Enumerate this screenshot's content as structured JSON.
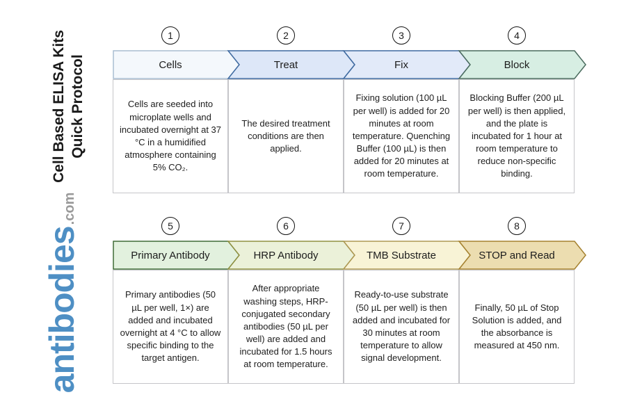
{
  "sidebar": {
    "title_line1": "Cell Based ELISA Kits",
    "title_line2": "Quick Protocol",
    "logo_text": "antibodies",
    "logo_suffix": ".com",
    "logo_color": "#4e8fc4",
    "logo_suffix_color": "#9a9a9a"
  },
  "steps": [
    {
      "number": "1",
      "label": "Cells",
      "description": "Cells are seeded into microplate wells and incubated overnight at 37 °C in a humidified atmosphere containing 5% CO₂.",
      "colors": {
        "fill": "#f4f8fc",
        "border": "#a9bdd1"
      }
    },
    {
      "number": "2",
      "label": "Treat",
      "description": "The desired treatment conditions are then applied.",
      "colors": {
        "fill": "#dde7f8",
        "border": "#3f6aa0"
      }
    },
    {
      "number": "3",
      "label": "Fix",
      "description": "Fixing solution (100 µL per well) is added for 20 minutes at room temperature. Quenching Buffer (100 µL) is then added for 20 minutes at room temperature.",
      "colors": {
        "fill": "#e2eaf9",
        "border": "#3f6aa0"
      }
    },
    {
      "number": "4",
      "label": "Block",
      "description": "Blocking Buffer (200 µL per well) is then applied, and the plate is incubated for 1 hour at room temperature to reduce non-specific binding.",
      "colors": {
        "fill": "#d7eee3",
        "border": "#4a6b5e"
      }
    },
    {
      "number": "5",
      "label": "Primary Antibody",
      "description": "Primary antibodies (50 µL per well, 1×) are added and incubated overnight at 4 °C to allow specific binding to the target antigen.",
      "colors": {
        "fill": "#e2f1de",
        "border": "#3f6b36"
      }
    },
    {
      "number": "6",
      "label": "HRP Antibody",
      "description": "After appropriate washing steps, HRP-conjugated secondary antibodies (50 µL per well) are added and incubated for 1.5 hours at room temperature.",
      "colors": {
        "fill": "#ebf1d9",
        "border": "#8f9040"
      }
    },
    {
      "number": "7",
      "label": "TMB Substrate",
      "description": "Ready-to-use substrate (50 µL per well) is then added and incubated for 30 minutes at room temperature to allow signal development.",
      "colors": {
        "fill": "#f8f3d6",
        "border": "#ad9752"
      }
    },
    {
      "number": "8",
      "label": "STOP and Read",
      "description": "Finally, 50 µL of Stop Solution is added, and the absorbance is measured at 450 nm.",
      "colors": {
        "fill": "#ecddb0",
        "border": "#a5812f"
      }
    }
  ]
}
